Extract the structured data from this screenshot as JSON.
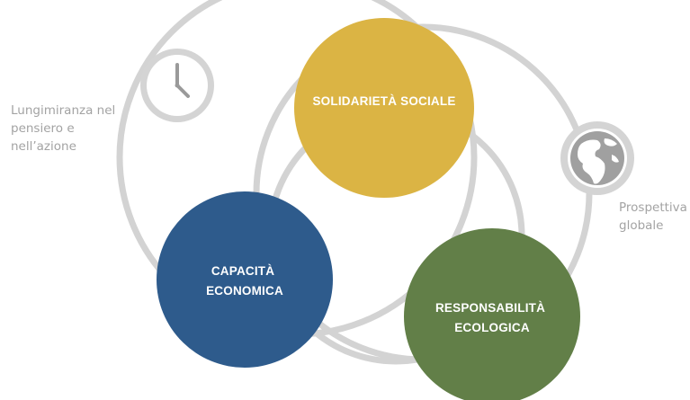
{
  "left_label": [
    "Lungimiranza nel",
    "pensiero e",
    "nell’azione"
  ],
  "right_label": [
    "Prospettiva",
    "globale"
  ],
  "circles": {
    "social": {
      "lines": [
        "SOLIDARIETÀ SOCIALE"
      ],
      "color": "#dbb444"
    },
    "economic": {
      "lines": [
        "CAPACITÀ",
        "ECONOMICA"
      ],
      "color": "#2e5b8c"
    },
    "ecological": {
      "lines": [
        "RESPONSABILITÀ",
        "ECOLOGICA"
      ],
      "color": "#627f48"
    }
  },
  "colors": {
    "ring": "#d3d3d3",
    "icon_bg": "#d4d4d4",
    "icon_fg": "#9a9a9a",
    "text_gray": "#a3a3a3"
  },
  "icons": {
    "clock": "clock-icon",
    "globe": "globe-icon"
  }
}
